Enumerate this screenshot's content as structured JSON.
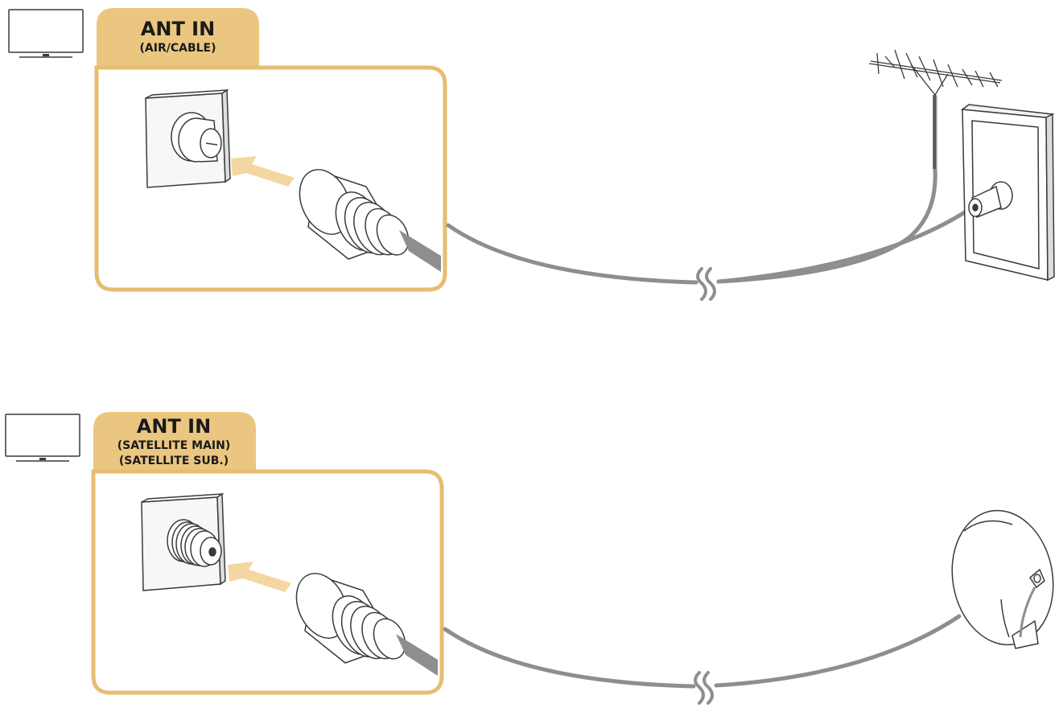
{
  "colors": {
    "accent_fill": "#ebc680",
    "accent_stroke": "#e6bd72",
    "arrow_fill": "#f4d6a0",
    "cable": "#8e8e8e",
    "line": "#3a3a3a",
    "text": "#1a1a1a"
  },
  "sections": [
    {
      "tab_title": "ANT IN",
      "tab_sublines": [
        "(AIR/CABLE)"
      ],
      "tv_icon": "tv-icon",
      "port_icon": "coax-port-icon",
      "plug_icon": "coax-plug-icon",
      "arrow_icon": "insert-arrow-icon",
      "break_icon": "cable-break-icon",
      "source_icon": "antenna-icon",
      "outlet_icon": "wall-outlet-icon"
    },
    {
      "tab_title": "ANT IN",
      "tab_sublines": [
        "(SATELLITE MAIN)",
        "(SATELLITE SUB.)"
      ],
      "tv_icon": "tv-icon",
      "port_icon": "threaded-f-port-icon",
      "plug_icon": "f-plug-icon",
      "arrow_icon": "insert-arrow-icon",
      "break_icon": "cable-break-icon",
      "source_icon": "satellite-dish-icon"
    }
  ]
}
